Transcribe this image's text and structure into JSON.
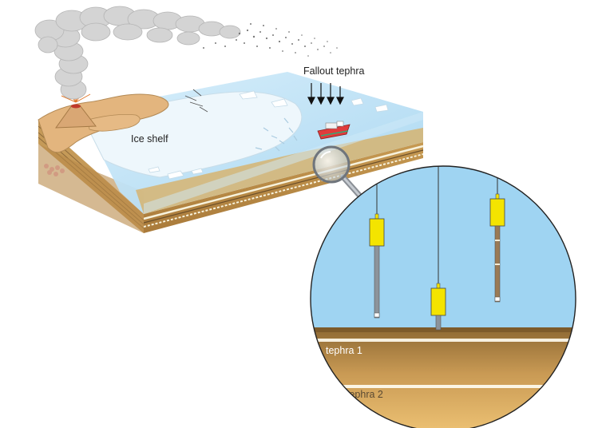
{
  "labels": {
    "fallout": "Fallout tephra",
    "ice_shelf": "Ice shelf",
    "tephra1": "tephra 1",
    "tephra2": "tephra 2"
  },
  "colors": {
    "sea": "#a9d8f1",
    "water_in_lens": "#9fd4f2",
    "ice": "#eef7fc",
    "sediment": "#d4a64a",
    "sediment_dark": "#8a6a38",
    "land": "#e3b57e",
    "smoke": "#d3d3d3",
    "corer": "#f4e400"
  },
  "icons": [
    "volcano-icon",
    "ash-plume-icon",
    "ship-icon",
    "magnifier-icon",
    "core-sampler-icon"
  ]
}
